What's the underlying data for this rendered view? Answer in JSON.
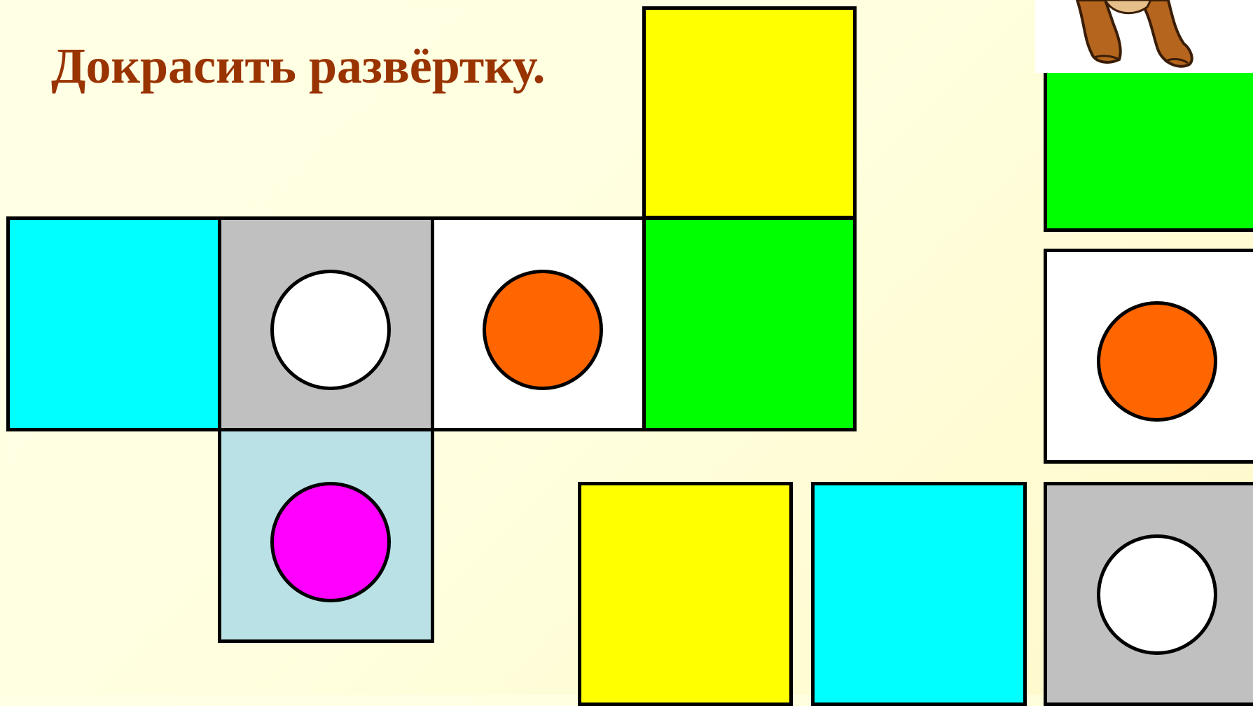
{
  "title": "Докрасить развёртку.",
  "colors": {
    "background": "#ffffe0",
    "title": "#993300",
    "cyan": "#00ffff",
    "gray": "#c0c0c0",
    "white": "#ffffff",
    "green": "#00ff00",
    "yellow": "#ffff00",
    "light_blue": "#b9e1e6",
    "orange": "#ff6600",
    "magenta": "#ff00ff",
    "outline": "#000000"
  },
  "net_faces": [
    {
      "name": "net-face-yellow",
      "fill": "yellow",
      "dot": null
    },
    {
      "name": "net-face-cyan",
      "fill": "cyan",
      "dot": null
    },
    {
      "name": "net-face-gray",
      "fill": "gray",
      "dot": "white"
    },
    {
      "name": "net-face-white",
      "fill": "white",
      "dot": "orange"
    },
    {
      "name": "net-face-green",
      "fill": "green",
      "dot": null
    },
    {
      "name": "net-face-lightblue",
      "fill": "light_blue",
      "dot": "magenta"
    }
  ],
  "palette_tiles": [
    {
      "name": "palette-tile-green",
      "fill": "green",
      "dot": null
    },
    {
      "name": "palette-tile-white-orange",
      "fill": "white",
      "dot": "orange"
    },
    {
      "name": "palette-tile-yellow",
      "fill": "yellow",
      "dot": null
    },
    {
      "name": "palette-tile-cyan",
      "fill": "cyan",
      "dot": null
    },
    {
      "name": "palette-tile-gray-white",
      "fill": "gray",
      "dot": "white"
    }
  ]
}
